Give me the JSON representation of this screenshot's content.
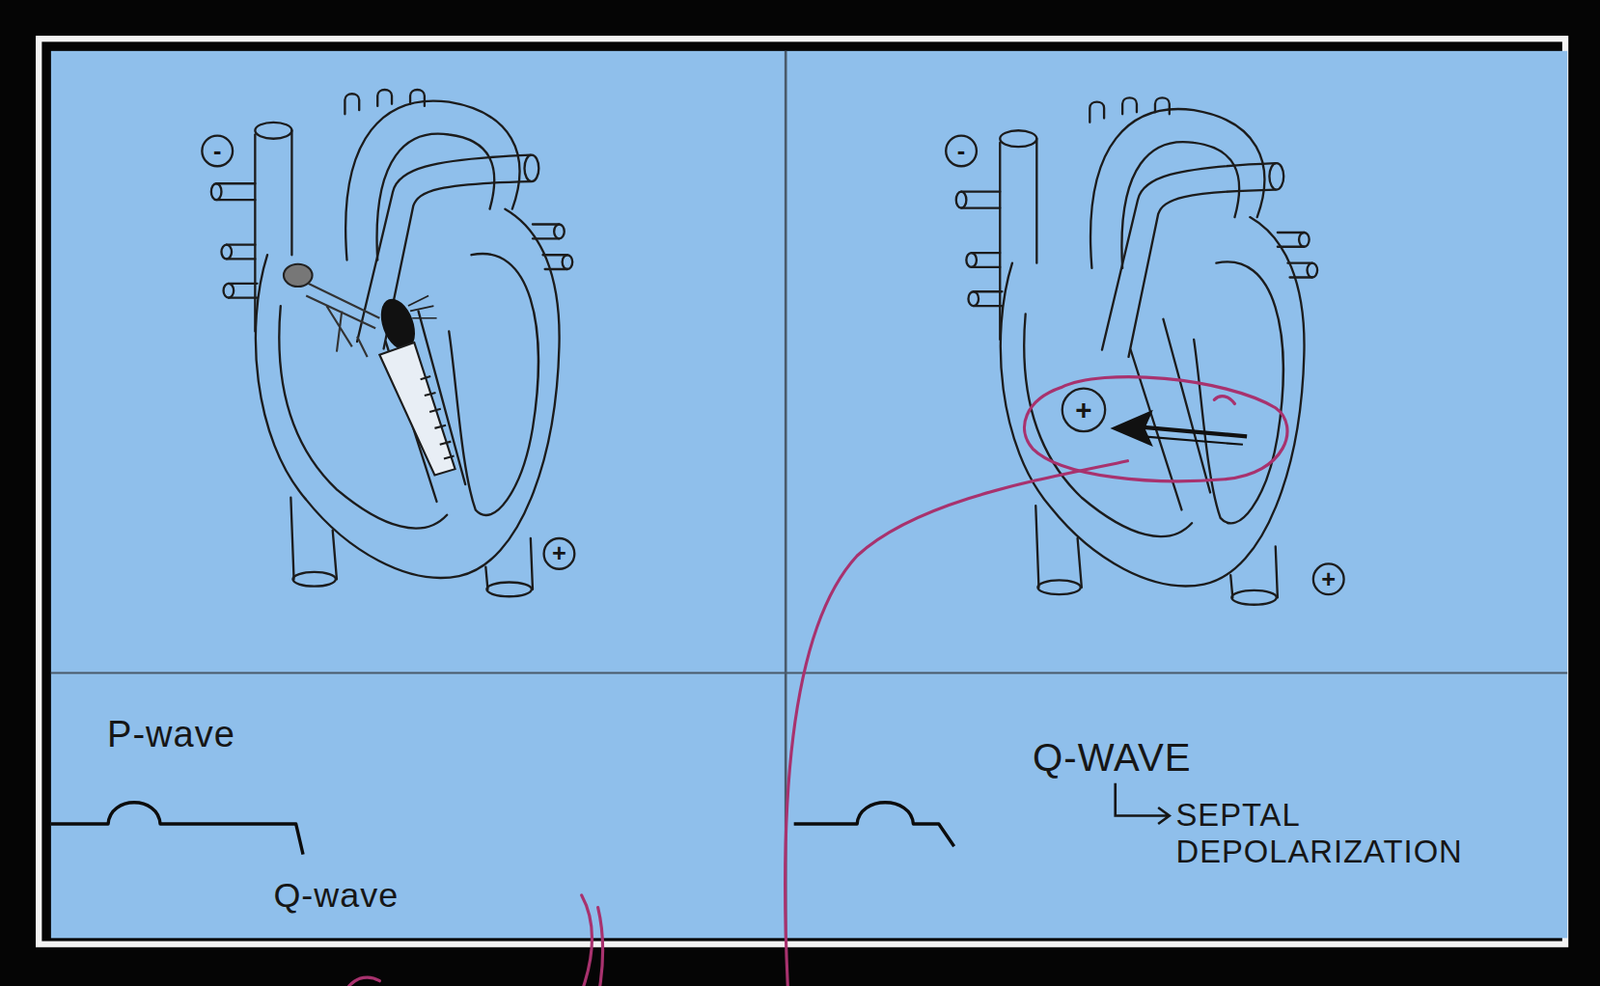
{
  "diagram": {
    "labels": [
      "-",
      "+",
      "P-wave",
      "Q-wave",
      "-",
      "+",
      "+",
      "Q-WAVE",
      "SEPTAL DEPOLARIZATION"
    ]
  }
}
